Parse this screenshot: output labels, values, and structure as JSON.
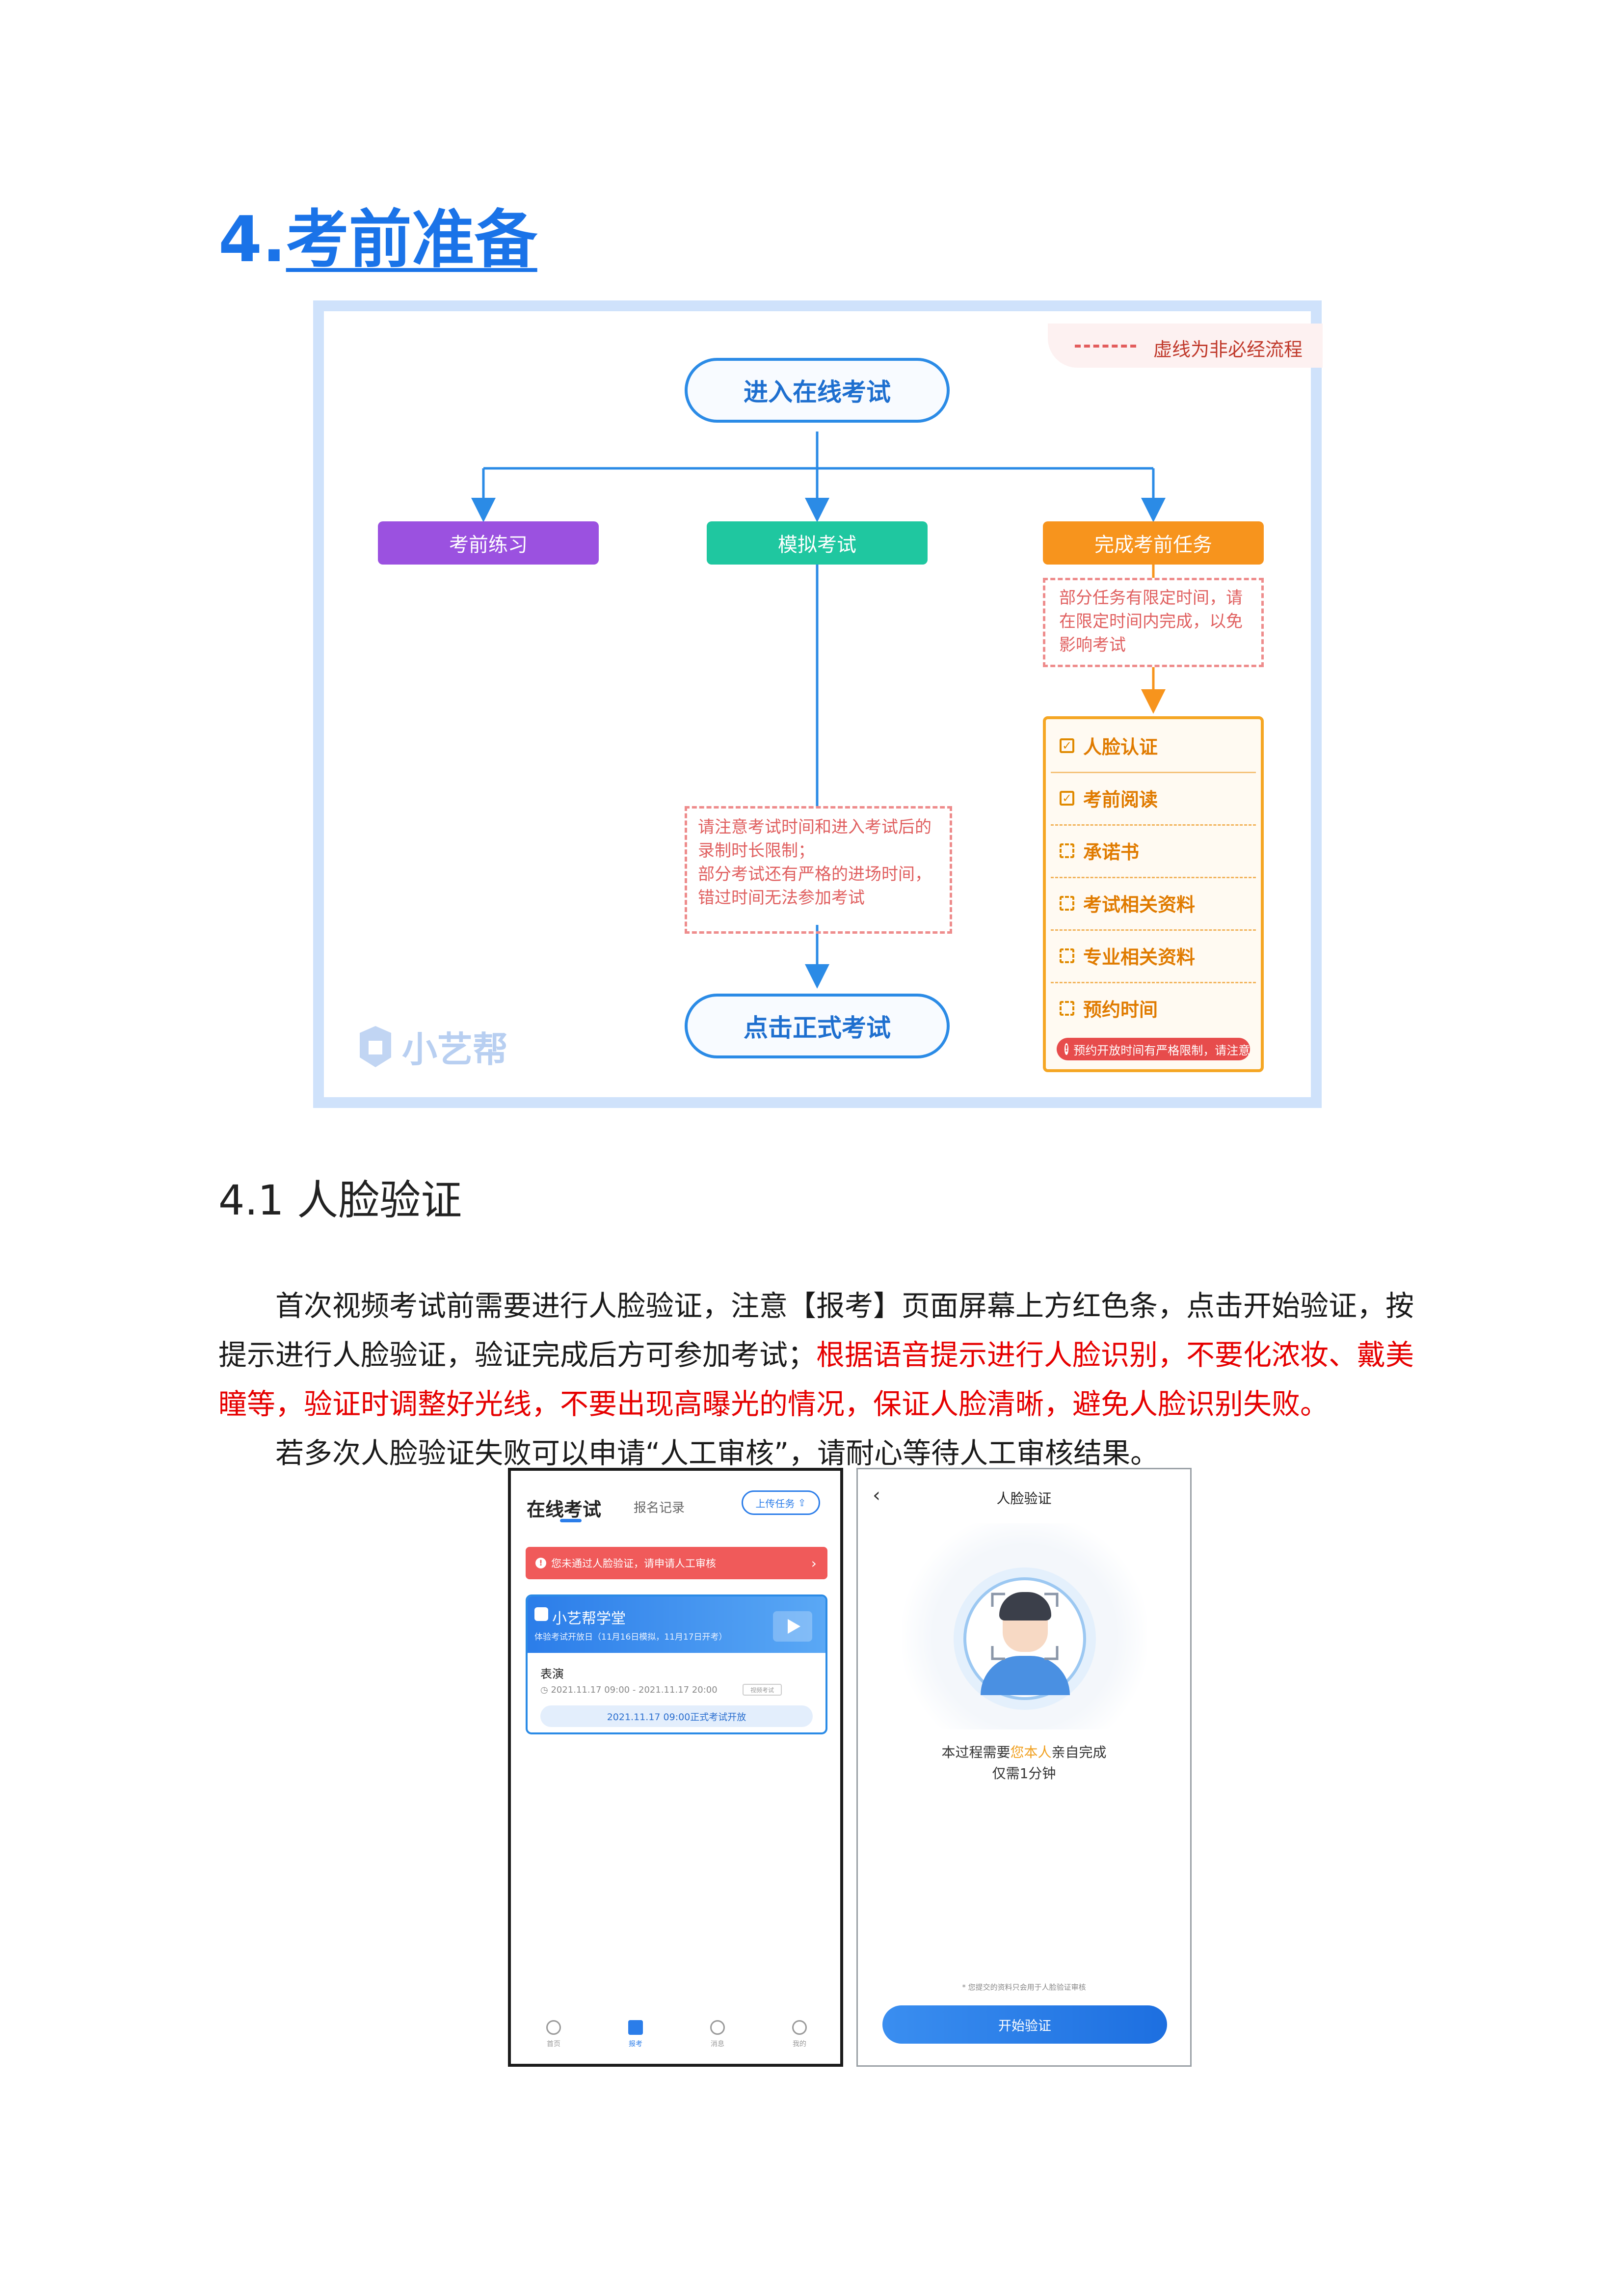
{
  "heading": {
    "number": "4.",
    "title": "考前准备"
  },
  "flowchart": {
    "legend": "虚线为非必经流程",
    "start": "进入在线考试",
    "branches": {
      "practice": "考前练习",
      "mock": "模拟考试",
      "tasks": "完成考前任务"
    },
    "task_note": [
      "部分任务有限定时间，请",
      "在限定时间内完成，以免",
      "影响考试"
    ],
    "mock_note": [
      "请注意考试时间和进入考试后的",
      "录制时长限制；",
      "部分考试还有严格的进场时间，",
      "错过时间无法参加考试"
    ],
    "end": "点击正式考试",
    "tasks": [
      {
        "label": "人脸认证",
        "required": true
      },
      {
        "label": "考前阅读",
        "required": true
      },
      {
        "label": "承诺书",
        "required": false
      },
      {
        "label": "考试相关资料",
        "required": false
      },
      {
        "label": "专业相关资料",
        "required": false
      },
      {
        "label": "预约时间",
        "required": false
      }
    ],
    "task_warning": "预约开放时间有严格限制，请注意",
    "watermark": "小艺帮",
    "colors": {
      "practice": "#9b51e0",
      "mock": "#1fc7a0",
      "tasks": "#f7941d",
      "line": "#2b8be6",
      "accent": "#1a73e8"
    }
  },
  "section": {
    "title": "4.1 人脸验证",
    "p1_a": "首次视频考试前需要进行人脸验证，注意【报考】页面屏幕上方红色条，点击开始验证，按",
    "p1_b": "提示进行人脸验证，验证完成后方可参加考试；",
    "p1_red1": "根据语音提示进行人脸识别，不要化浓妆、戴美",
    "p1_red2": "瞳等，验证时调整好光线，不要出现高曝光的情况，保证人脸清晰，避免人脸识别失败。",
    "p2": "若多次人脸验证失败可以申请“人工审核”，请耐心等待人工审核结果。"
  },
  "phone1": {
    "tab_active": "在线考试",
    "tab_other": "报名记录",
    "upload": "上传任务",
    "alert": "您未通过人脸验证，请申请人工审核",
    "card_name": "小艺帮学堂",
    "card_sub": "体验考试开放日（11月16日模拟，11月17日开考）",
    "exam": "表演",
    "time": "2021.11.17 09:00 - 2021.11.17 20:00",
    "tag": "视频考试",
    "open": "2021.11.17 09:00正式考试开放",
    "nav": [
      "首页",
      "报考",
      "消息",
      "我的"
    ]
  },
  "phone2": {
    "title": "人脸验证",
    "line1_a": "本过程需要",
    "line1_b": "您本人",
    "line1_c": "亲自完成",
    "line2": "仅需1分钟",
    "disclaimer": "* 您提交的资料只会用于人脸验证审核",
    "button": "开始验证"
  }
}
